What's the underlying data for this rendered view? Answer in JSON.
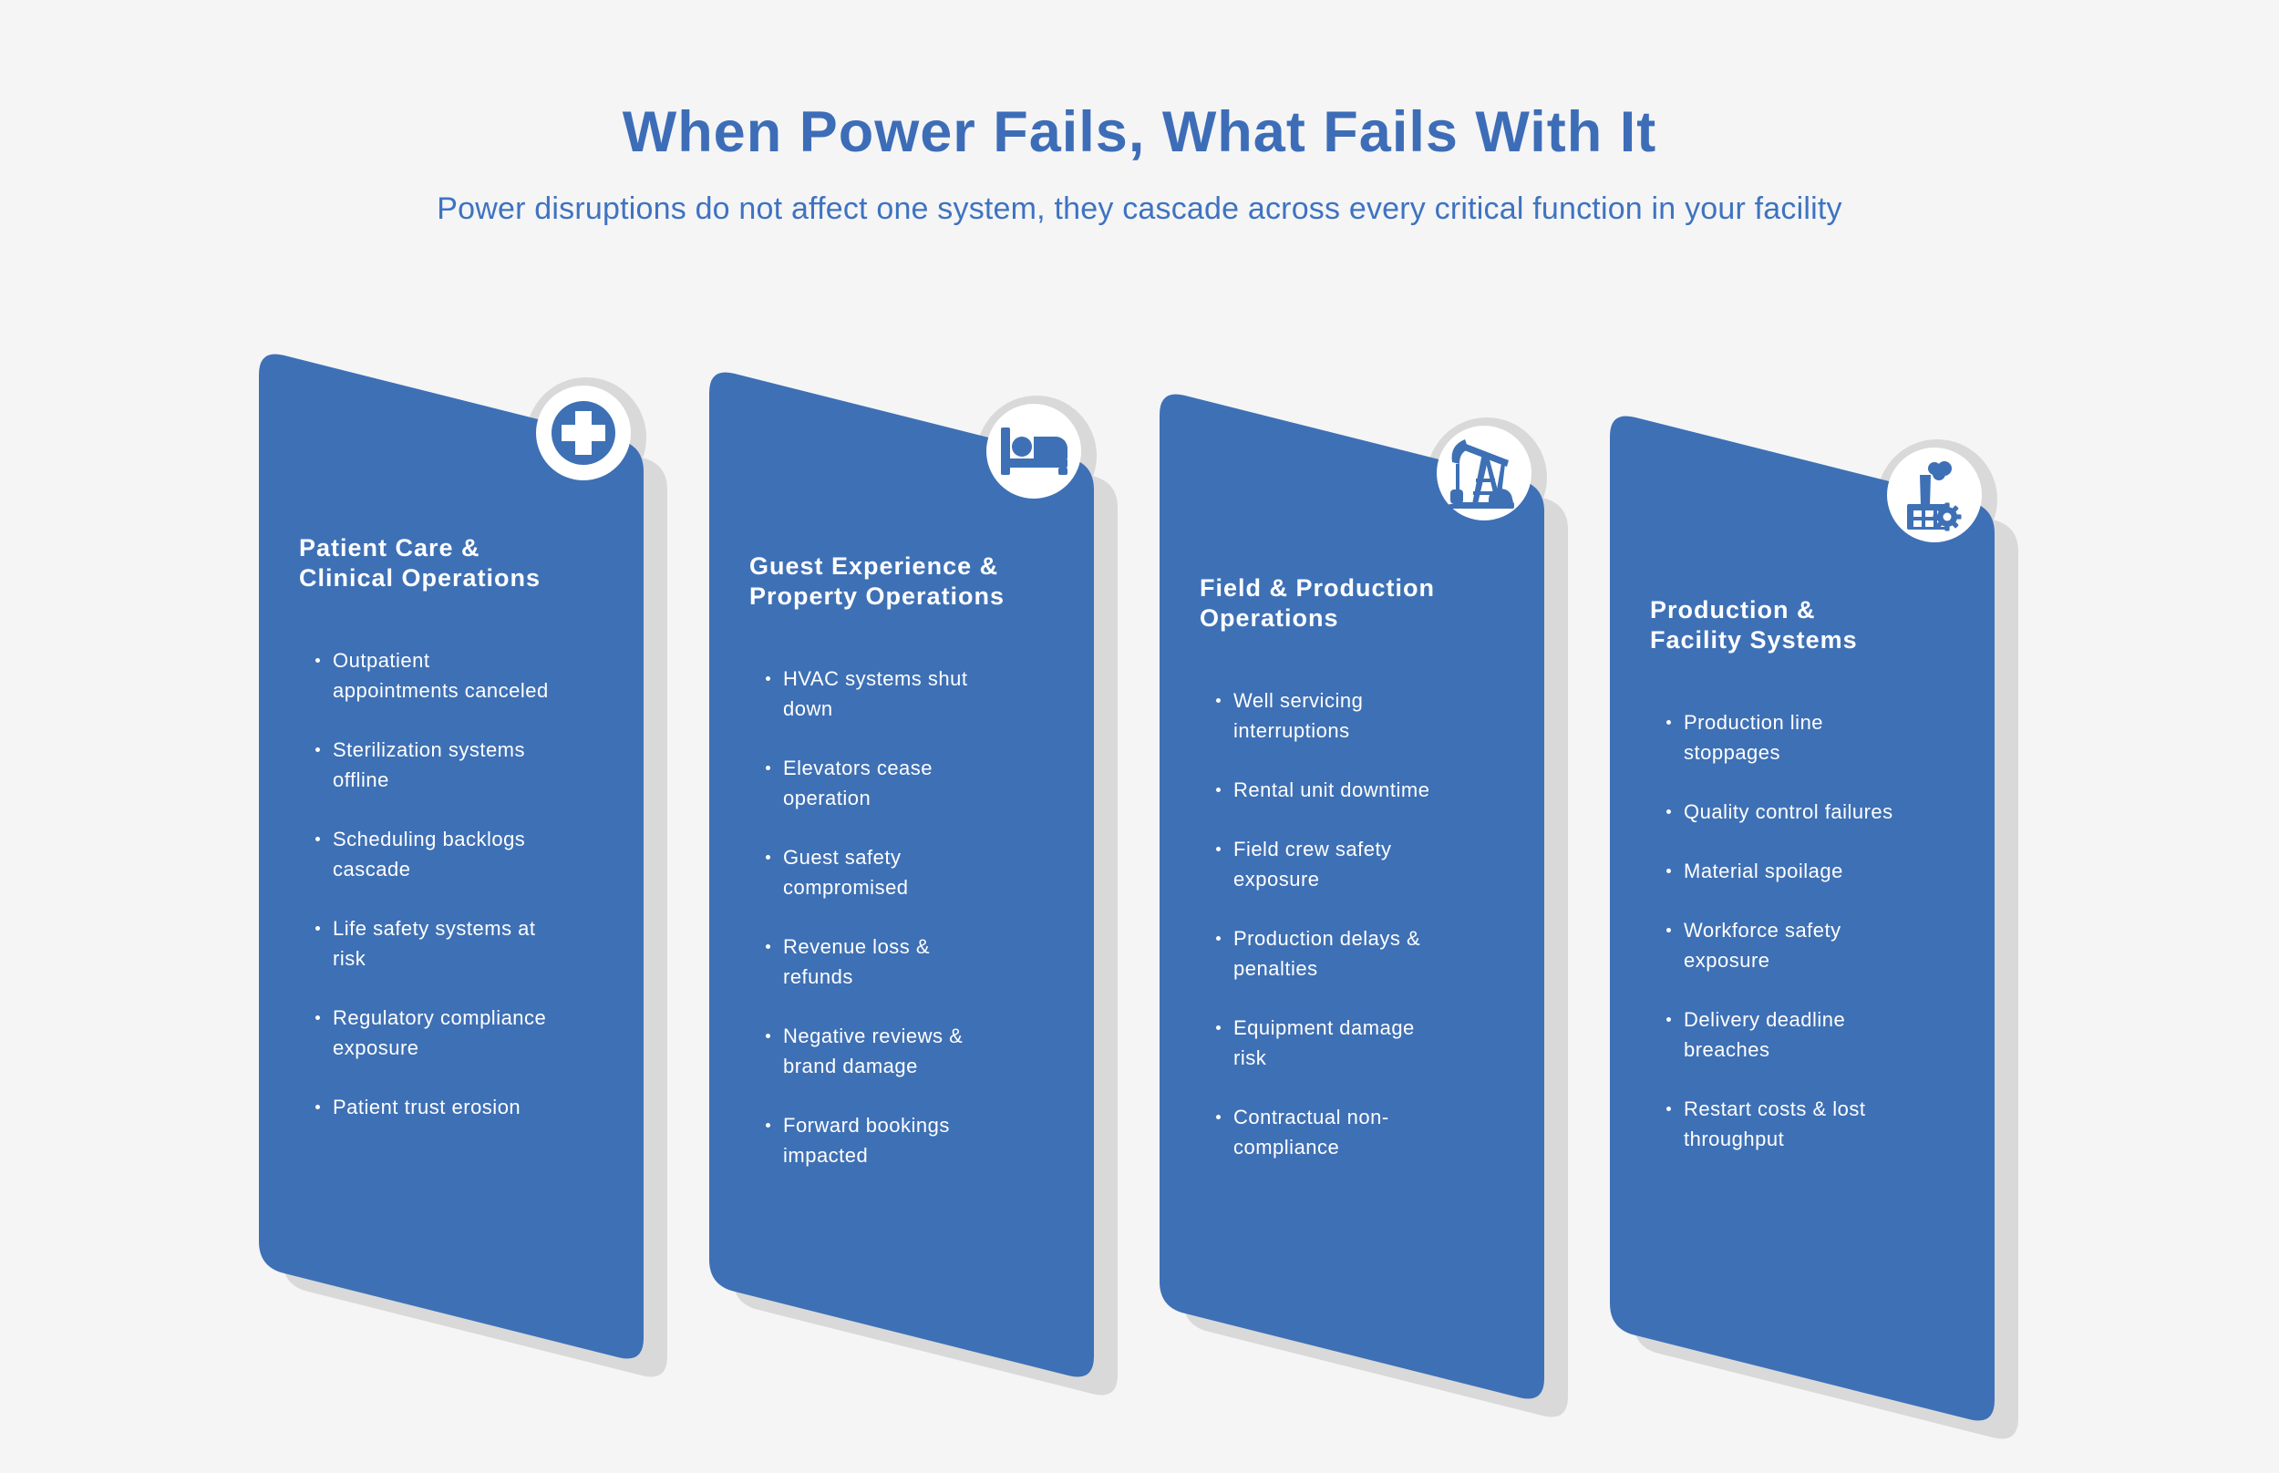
{
  "page": {
    "background": "#f5f5f6"
  },
  "header": {
    "title": "When Power Fails, What Fails With It",
    "subtitle": "Power disruptions do not affect one system, they cascade across every critical function in your facility"
  },
  "colors": {
    "card_blue": "#3e70b5",
    "shadow_gray": "#d9d9d9",
    "badge_white": "#ffffff",
    "title_blue": "#3d6db7",
    "subtitle_blue": "#3e73c0",
    "bullet_text": "#ffffff"
  },
  "cards": [
    {
      "id": "patient-care-clinical-operations",
      "icon": "medical-cross-icon",
      "title": "Patient Care &\nClinical Operations",
      "bullets": [
        "Outpatient\nappointments canceled",
        "Sterilization systems\noffline",
        "Scheduling backlogs\ncascade",
        "Life safety systems at\nrisk",
        "Regulatory compliance\nexposure",
        "Patient trust erosion"
      ]
    },
    {
      "id": "guest-experience-property-operations",
      "icon": "bed-icon",
      "title": "Guest Experience &\nProperty Operations",
      "bullets": [
        "HVAC systems shut\ndown",
        "Elevators cease\noperation",
        "Guest safety\ncompromised",
        "Revenue loss &\nrefunds",
        "Negative reviews &\nbrand damage",
        "Forward bookings\nimpacted"
      ]
    },
    {
      "id": "field-production-operations",
      "icon": "pump-jack-icon",
      "title": "Field & Production\nOperations",
      "bullets": [
        "Well servicing\ninterruptions",
        "Rental unit downtime",
        "Field crew safety\nexposure",
        "Production delays &\npenalties",
        "Equipment damage\nrisk",
        "Contractual non-\ncompliance"
      ]
    },
    {
      "id": "production-facility-systems",
      "icon": "factory-icon",
      "title": "Production &\nFacility Systems",
      "bullets": [
        "Production line\nstoppages",
        "Quality control failures",
        "Material spoilage",
        "Workforce safety\nexposure",
        "Delivery deadline\nbreaches",
        "Restart costs & lost\nthroughput"
      ]
    }
  ]
}
